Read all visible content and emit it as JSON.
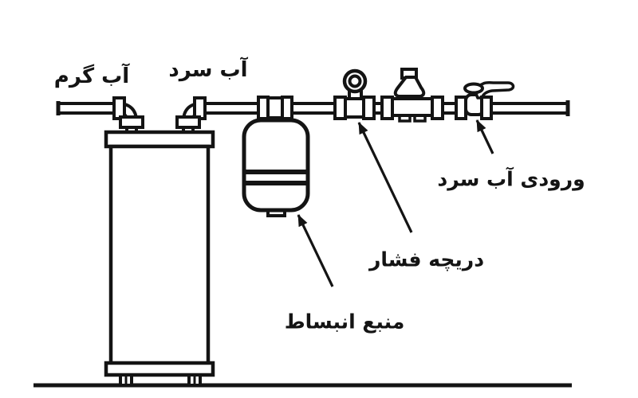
{
  "diagram": {
    "description_labels": {
      "hot_water": "آب گرم",
      "cold_water": "آب سرد",
      "cold_water_inlet": "ورودی آب سرد",
      "pressure_valve": "دریچه فشار",
      "expansion_tank": "منبع انبساط"
    },
    "colors": {
      "ink": "#141414",
      "background": "#ffffff"
    }
  }
}
